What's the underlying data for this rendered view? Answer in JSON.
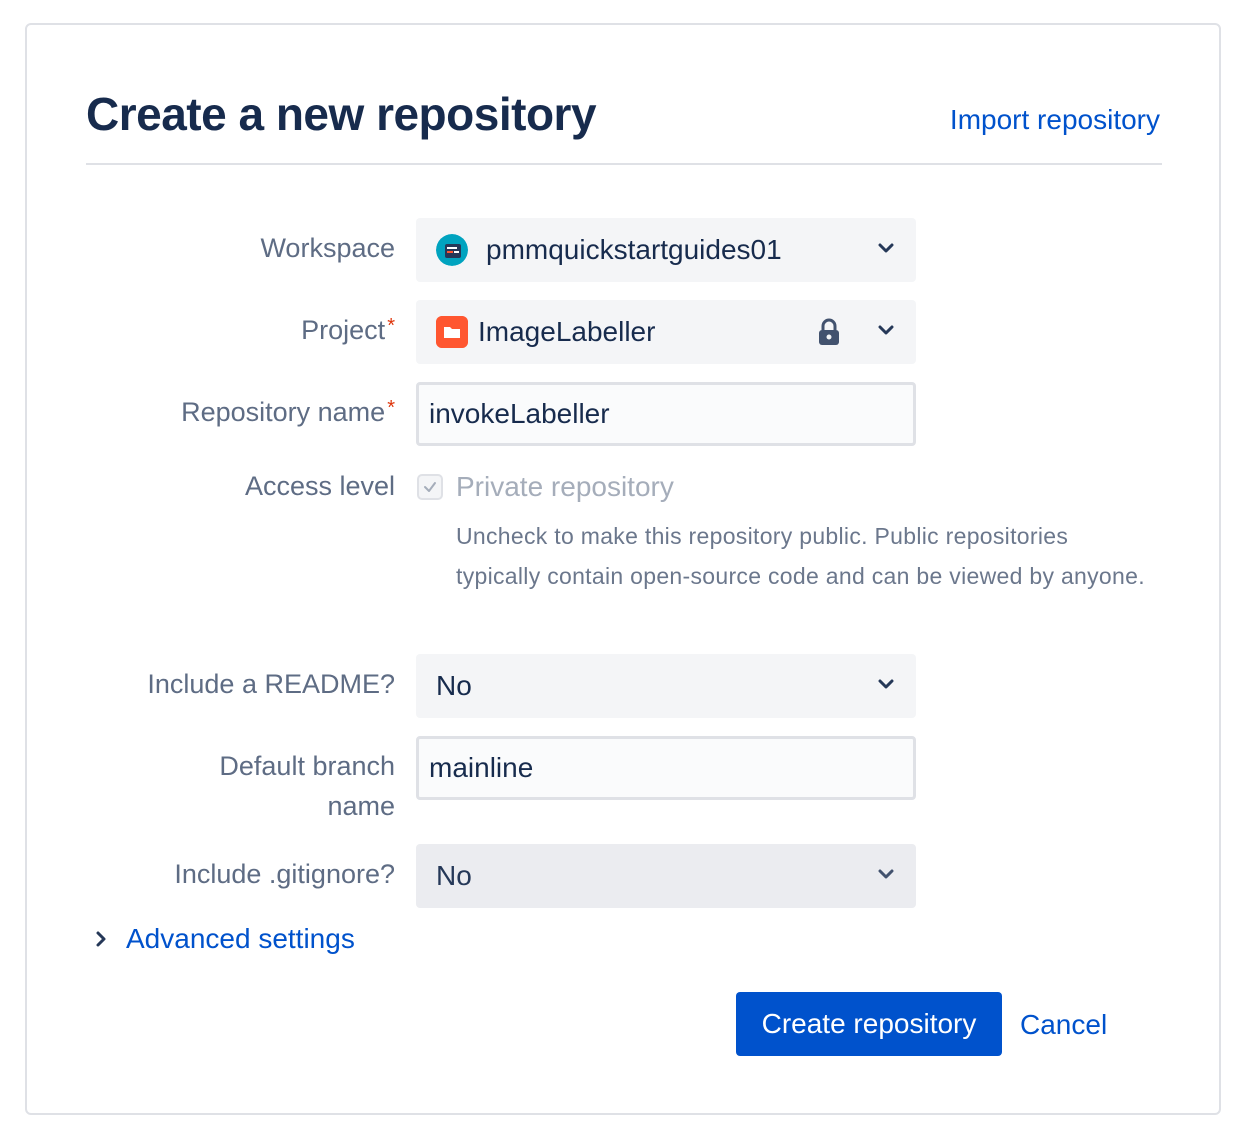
{
  "header": {
    "title": "Create a new repository",
    "import_link": "Import repository"
  },
  "form": {
    "workspace": {
      "label": "Workspace",
      "value": "pmmquickstartguides01",
      "icon": "workspace-avatar-icon"
    },
    "project": {
      "label": "Project",
      "required_mark": "*",
      "value": "ImageLabeller",
      "icon": "folder-icon",
      "locked": true
    },
    "repo_name": {
      "label": "Repository name",
      "required_mark": "*",
      "value": "invokeLabeller"
    },
    "access": {
      "label": "Access level",
      "checkbox_label": "Private repository",
      "checked": true,
      "help": "Uncheck to make this repository public. Public repositories typically contain open-source code and can be viewed by anyone."
    },
    "readme": {
      "label": "Include a README?",
      "value": "No"
    },
    "branch": {
      "label_line1": "Default branch",
      "label_line2": "name",
      "value": "mainline"
    },
    "gitignore": {
      "label": "Include .gitignore?",
      "value": "No"
    },
    "advanced": {
      "label": "Advanced settings"
    }
  },
  "actions": {
    "create_label": "Create repository",
    "cancel_label": "Cancel"
  },
  "colors": {
    "primary": "#0052cc",
    "title": "#172b4d",
    "label": "#5e6c84",
    "required": "#de350b",
    "project_icon": "#ff5630",
    "workspace_icon": "#00a3bf"
  }
}
